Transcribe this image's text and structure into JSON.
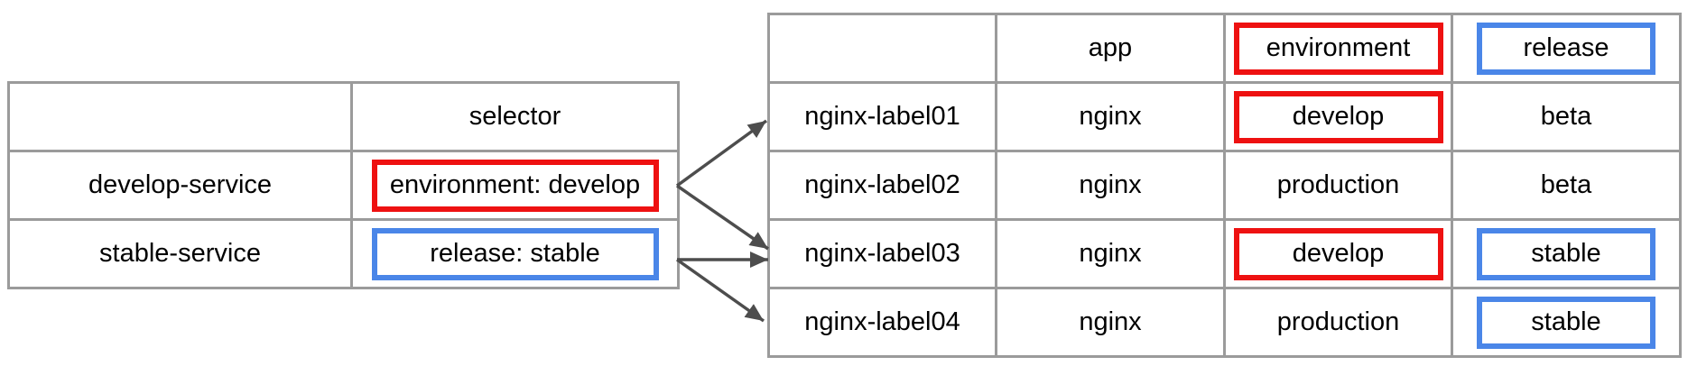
{
  "colors": {
    "red_highlight": "#ee1111",
    "blue_highlight": "#4a86e8",
    "table_border": "#9b9b9b",
    "arrow": "#4d4d4d",
    "text": "#000000",
    "background": "#ffffff"
  },
  "services_table": {
    "header": {
      "name": "",
      "selector": "selector"
    },
    "rows": [
      {
        "name": "develop-service",
        "selector": "environment: develop",
        "selector_highlight": "red"
      },
      {
        "name": "stable-service",
        "selector": "release: stable",
        "selector_highlight": "blue"
      }
    ]
  },
  "pods_table": {
    "header": {
      "name": "",
      "app": "app",
      "environment": "environment",
      "environment_highlight": "red",
      "release": "release",
      "release_highlight": "blue"
    },
    "rows": [
      {
        "name": "nginx-label01",
        "app": "nginx",
        "environment": "develop",
        "environment_highlight": "red",
        "release": "beta",
        "release_highlight": null
      },
      {
        "name": "nginx-label02",
        "app": "nginx",
        "environment": "production",
        "environment_highlight": null,
        "release": "beta",
        "release_highlight": null
      },
      {
        "name": "nginx-label03",
        "app": "nginx",
        "environment": "develop",
        "environment_highlight": "red",
        "release": "stable",
        "release_highlight": "blue"
      },
      {
        "name": "nginx-label04",
        "app": "nginx",
        "environment": "production",
        "environment_highlight": null,
        "release": "stable",
        "release_highlight": "blue"
      }
    ]
  },
  "connections": [
    {
      "from": "develop-service selector",
      "to": "nginx-label01"
    },
    {
      "from": "develop-service selector",
      "to": "nginx-label03"
    },
    {
      "from": "stable-service selector",
      "to": "nginx-label03"
    },
    {
      "from": "stable-service selector",
      "to": "nginx-label04"
    }
  ]
}
